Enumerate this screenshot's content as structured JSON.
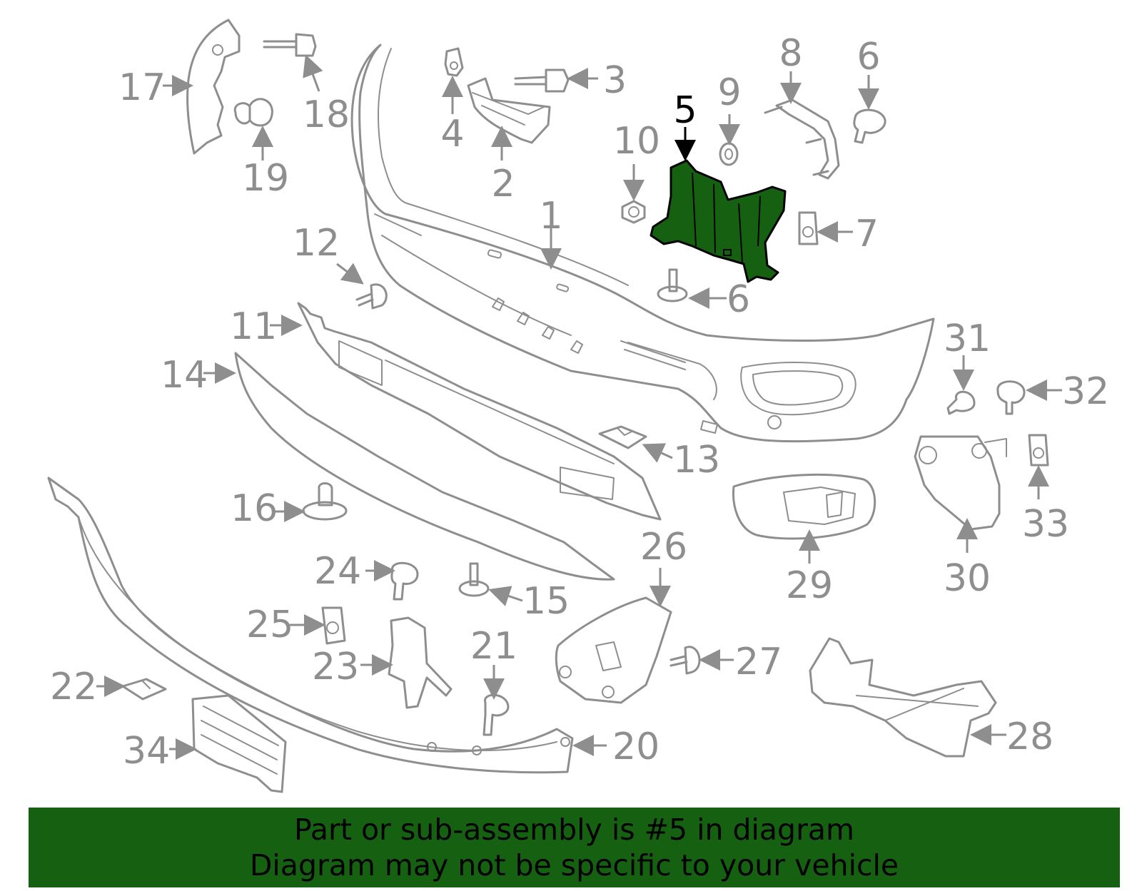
{
  "diagram": {
    "highlight_color": "#156111",
    "callouts": [
      {
        "id": "1",
        "label": "1"
      },
      {
        "id": "2",
        "label": "2"
      },
      {
        "id": "3",
        "label": "3"
      },
      {
        "id": "4",
        "label": "4"
      },
      {
        "id": "5",
        "label": "5"
      },
      {
        "id": "6a",
        "label": "6"
      },
      {
        "id": "6b",
        "label": "6"
      },
      {
        "id": "7",
        "label": "7"
      },
      {
        "id": "8",
        "label": "8"
      },
      {
        "id": "9",
        "label": "9"
      },
      {
        "id": "10",
        "label": "10"
      },
      {
        "id": "11",
        "label": "11"
      },
      {
        "id": "12",
        "label": "12"
      },
      {
        "id": "13",
        "label": "13"
      },
      {
        "id": "14",
        "label": "14"
      },
      {
        "id": "15",
        "label": "15"
      },
      {
        "id": "16",
        "label": "16"
      },
      {
        "id": "17",
        "label": "17"
      },
      {
        "id": "18",
        "label": "18"
      },
      {
        "id": "19",
        "label": "19"
      },
      {
        "id": "20",
        "label": "20"
      },
      {
        "id": "21",
        "label": "21"
      },
      {
        "id": "22",
        "label": "22"
      },
      {
        "id": "23",
        "label": "23"
      },
      {
        "id": "24",
        "label": "24"
      },
      {
        "id": "25",
        "label": "25"
      },
      {
        "id": "26",
        "label": "26"
      },
      {
        "id": "27",
        "label": "27"
      },
      {
        "id": "28",
        "label": "28"
      },
      {
        "id": "29",
        "label": "29"
      },
      {
        "id": "30",
        "label": "30"
      },
      {
        "id": "31",
        "label": "31"
      },
      {
        "id": "32",
        "label": "32"
      },
      {
        "id": "33",
        "label": "33"
      },
      {
        "id": "34",
        "label": "34"
      }
    ]
  },
  "footer": {
    "background": "#156111",
    "line1": "Part or sub-assembly is #5 in diagram",
    "line2": "Diagram may not be specific to your vehicle"
  }
}
